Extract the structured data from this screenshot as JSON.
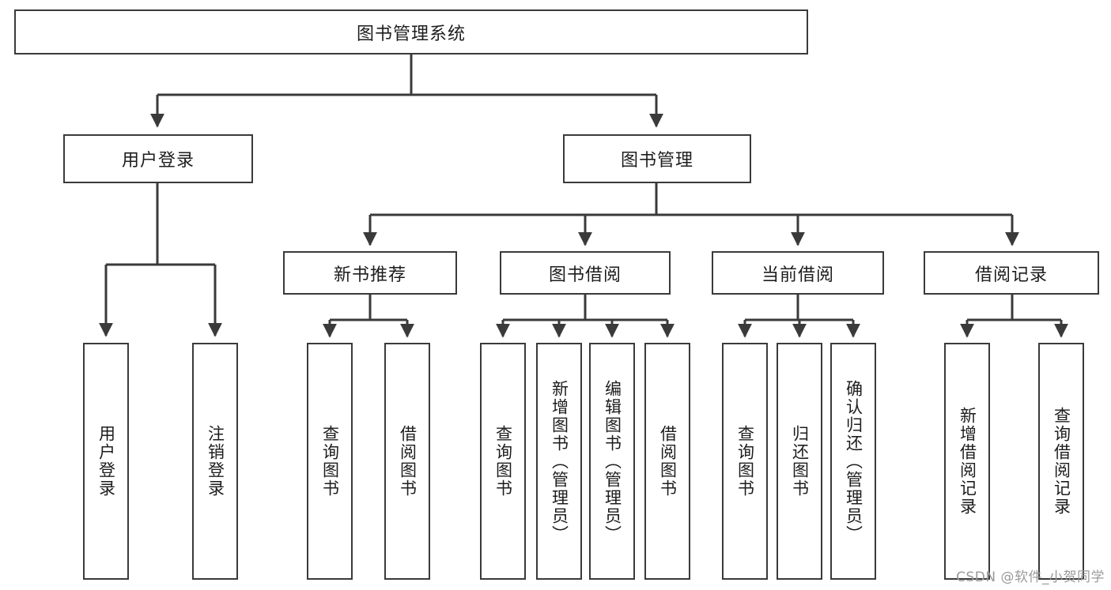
{
  "diagram": {
    "title_node": {
      "label": "图书管理系统"
    },
    "level2": [
      {
        "id": "user-login",
        "label": "用户登录"
      },
      {
        "id": "book-management",
        "label": "图书管理"
      }
    ],
    "level3": [
      {
        "id": "new-book-recommend",
        "label": "新书推荐"
      },
      {
        "id": "book-borrow",
        "label": "图书借阅"
      },
      {
        "id": "current-borrow",
        "label": "当前借阅"
      },
      {
        "id": "borrow-record",
        "label": "借阅记录"
      }
    ],
    "leaves": [
      {
        "id": "leaf-user-login",
        "label": "用户登录"
      },
      {
        "id": "leaf-logout-login",
        "label": "注销登录"
      },
      {
        "id": "leaf-query-book-1",
        "label": "查询图书"
      },
      {
        "id": "leaf-borrow-book-1",
        "label": "借阅图书"
      },
      {
        "id": "leaf-query-book-2",
        "label": "查询图书"
      },
      {
        "id": "leaf-add-book",
        "label": "新增图书（管理员）"
      },
      {
        "id": "leaf-edit-book",
        "label": "编辑图书（管理员）"
      },
      {
        "id": "leaf-borrow-book-2",
        "label": "借阅图书"
      },
      {
        "id": "leaf-query-book-3",
        "label": "查询图书"
      },
      {
        "id": "leaf-return-book",
        "label": "归还图书"
      },
      {
        "id": "leaf-confirm-return",
        "label": "确认归还（管理员）"
      },
      {
        "id": "leaf-add-borrow-record",
        "label": "新增借阅记录"
      },
      {
        "id": "leaf-query-borrow-record",
        "label": "查询借阅记录"
      }
    ]
  },
  "watermark": {
    "text": "CSDN @软件_小贺同学"
  },
  "colors": {
    "stroke": "#3a3a3a",
    "fill": "#ffffff",
    "text": "#1d1d1d",
    "watermark": "#9a9a9a"
  }
}
